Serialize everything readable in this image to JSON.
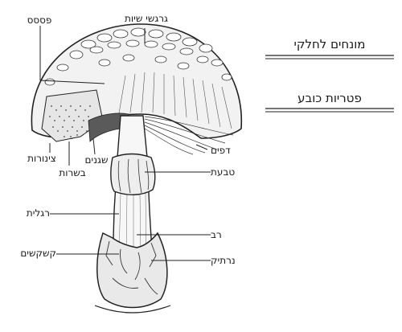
{
  "diagram": {
    "headings": {
      "top": "מונחים לחלקי",
      "bottom": "פטריות כובע"
    },
    "labels": {
      "scales": "גרגשי שיות",
      "pores": "פססס",
      "tubes": "צינורות",
      "flesh": "בשרות",
      "stalk_base": "שגנים",
      "gills": "דפים",
      "ring": "טבעת",
      "stem": "רגלית",
      "veil_fibres": "רב",
      "volva_scales": "קשקשים",
      "volva": "נרתיק"
    }
  }
}
